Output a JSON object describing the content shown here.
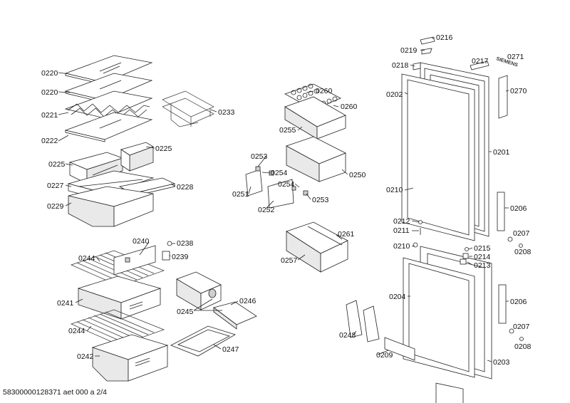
{
  "labels": {
    "l0220a": "0220",
    "l0220b": "0220",
    "l0221": "0221",
    "l0222": "0222",
    "l0225a": "0225",
    "l0225b": "0225",
    "l0227": "0227",
    "l0228": "0228",
    "l0229": "0229",
    "l0233": "0233",
    "l0260a": "0260",
    "l0260b": "0260",
    "l0255": "0255",
    "l0253a": "0253",
    "l0250": "0250",
    "l0254a": "0254",
    "l0254b": "0254",
    "l0251": "0251",
    "l0252": "0252",
    "l0253b": "0253",
    "l0261": "0261",
    "l0257": "0257",
    "l0240": "0240",
    "l0238": "0238",
    "l0239": "0239",
    "l0244a": "0244",
    "l0241": "0241",
    "l0244b": "0244",
    "l0242": "0242",
    "l0245": "0245",
    "l0246": "0246",
    "l0247": "0247",
    "l0216": "0216",
    "l0219": "0219",
    "l0217": "0217",
    "l0271": "0271",
    "l0218": "0218",
    "l0270": "0270",
    "l0202": "0202",
    "l0201": "0201",
    "l0210a": "0210",
    "l0206a": "0206",
    "l0212": "0212",
    "l0211": "0211",
    "l0207a": "0207",
    "l0208a": "0208",
    "l0210b": "0210",
    "l0215": "0215",
    "l0214": "0214",
    "l0213": "0213",
    "l0204": "0204",
    "l0206b": "0206",
    "l0248": "0248",
    "l0207b": "0207",
    "l0208b": "0208",
    "l0209": "0209",
    "l0203": "0203"
  },
  "brand": "SIEMENS",
  "footer": "58300000128371 aet 000 a 2/4"
}
